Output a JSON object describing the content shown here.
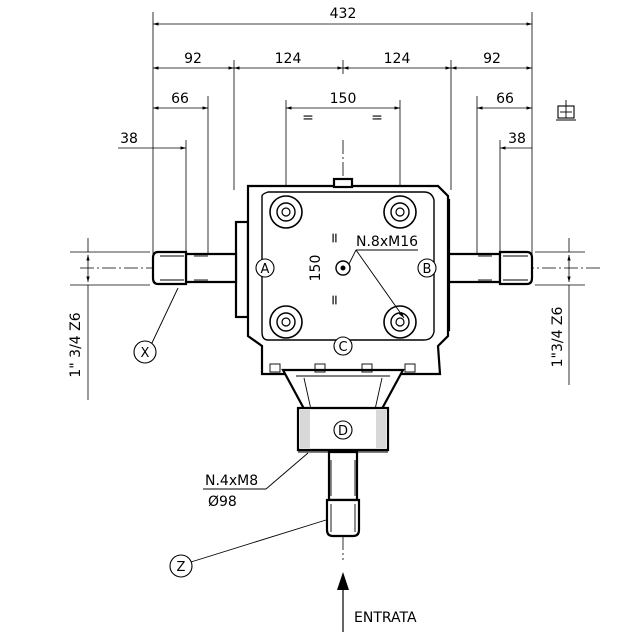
{
  "dimensions": {
    "overall": "432",
    "outer_left": "92",
    "inner_left": "124",
    "inner_right": "124",
    "outer_right": "92",
    "bolt_spacing_h": "150",
    "shaft_left_66": "66",
    "shaft_right_66": "66",
    "shaft_left_38": "38",
    "shaft_right_38": "38",
    "bolt_spacing_v": "150",
    "equal_mark": "="
  },
  "labels": {
    "holes_top": "N.8xM16",
    "holes_bottom": "N.4xM8",
    "pilot_diameter": "Ø98",
    "left_shaft": "1\" 3/4 Z6",
    "right_shaft": "1\"3/4 Z6",
    "input": "ENTRATA"
  },
  "callouts": {
    "shaft_a": "A",
    "shaft_b": "B",
    "shaft_c": "C",
    "shaft_d": "D",
    "spline_x": "X",
    "spline_z": "Z"
  }
}
